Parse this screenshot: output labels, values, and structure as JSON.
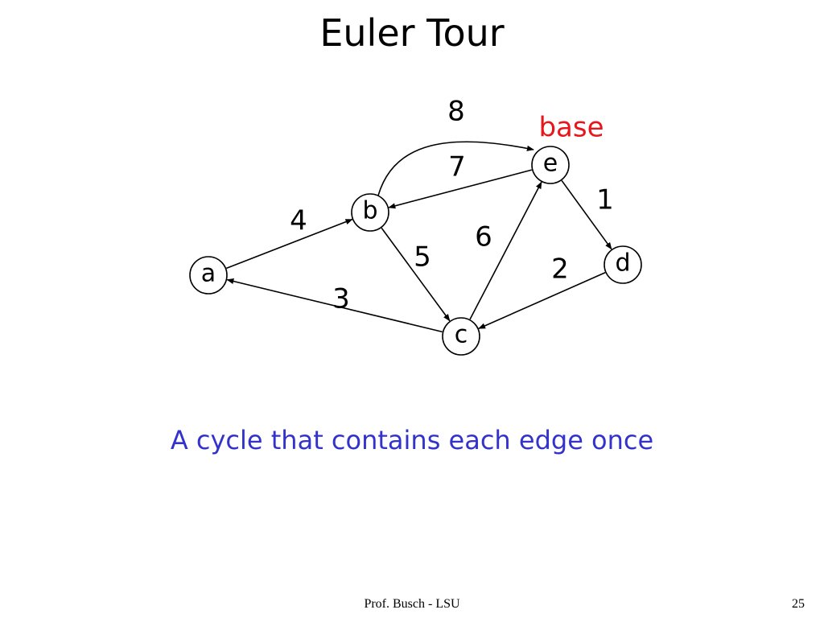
{
  "slide": {
    "title": "Euler Tour",
    "caption": "A cycle that contains each edge once",
    "footer": "Prof. Busch - LSU",
    "page_number": "25"
  },
  "colors": {
    "base_label": "#e8161b",
    "caption": "#3333cc"
  },
  "graph": {
    "nodes": [
      {
        "id": "a",
        "label": "a"
      },
      {
        "id": "b",
        "label": "b"
      },
      {
        "id": "c",
        "label": "c"
      },
      {
        "id": "d",
        "label": "d"
      },
      {
        "id": "e",
        "label": "e"
      }
    ],
    "edges": [
      {
        "from": "e",
        "to": "d",
        "order": "1"
      },
      {
        "from": "d",
        "to": "c",
        "order": "2"
      },
      {
        "from": "c",
        "to": "a",
        "order": "3"
      },
      {
        "from": "a",
        "to": "b",
        "order": "4"
      },
      {
        "from": "b",
        "to": "c",
        "order": "5"
      },
      {
        "from": "c",
        "to": "e",
        "order": "6"
      },
      {
        "from": "e",
        "to": "b",
        "order": "7"
      },
      {
        "from": "b",
        "to": "e",
        "order": "8"
      }
    ],
    "base_label": "base",
    "base_node": "e"
  }
}
